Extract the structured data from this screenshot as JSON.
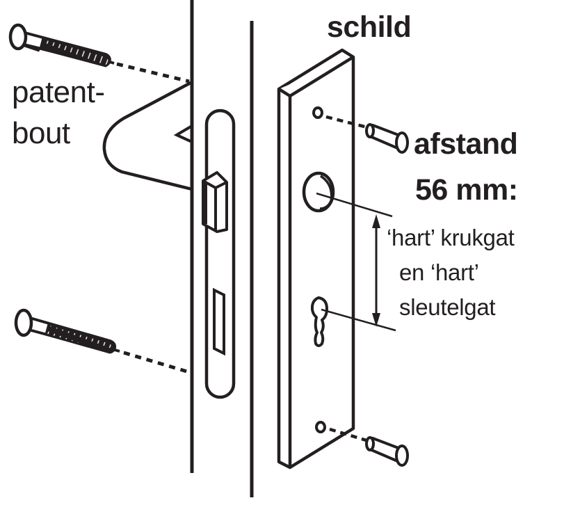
{
  "diagram": {
    "type": "assembly-illustration",
    "subject": "door lock escutcheon plate mounting",
    "colors": {
      "ink": "#231f20",
      "background": "#ffffff"
    },
    "labels": {
      "patent_line1": "patent-",
      "patent_line2": "bout",
      "plate": "schild",
      "distance_line1": "afstand",
      "distance_line2": "56 mm:",
      "note_line1": "‘hart’ krukgat",
      "note_line2": "en ‘hart’",
      "note_line3": "sleutelgat"
    },
    "components": [
      {
        "id": "patent-bolt-top",
        "kind": "screw"
      },
      {
        "id": "patent-bolt-bottom",
        "kind": "screw"
      },
      {
        "id": "door-edge",
        "kind": "door"
      },
      {
        "id": "mortise-lock-faceplate",
        "kind": "lock"
      },
      {
        "id": "latch-bolt",
        "kind": "latch"
      },
      {
        "id": "escutcheon-plate",
        "kind": "plate"
      },
      {
        "id": "handle-hole",
        "kind": "hole"
      },
      {
        "id": "keyhole",
        "kind": "hole"
      },
      {
        "id": "plate-screw-top",
        "kind": "screw"
      },
      {
        "id": "plate-screw-bottom",
        "kind": "screw"
      },
      {
        "id": "distance-arrow",
        "kind": "dimension",
        "value_mm": 56
      }
    ]
  }
}
